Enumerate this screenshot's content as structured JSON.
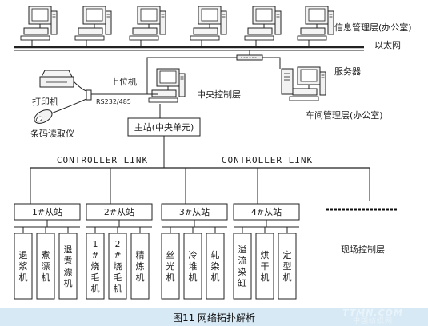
{
  "labels": {
    "info_layer": "信息管理层(办公室)",
    "ethernet": "以太网",
    "server": "服务器",
    "upper_pc": "上位机",
    "central_control": "中央控制层",
    "printer": "打印机",
    "barcode_reader": "条码读取仪",
    "rs_link": "RS232/485",
    "workshop_layer": "车间管理层(办公室)",
    "master_station": "主站(中央单元)",
    "controller_link_left": "CONTROLLER LINK",
    "controller_link_right": "CONTROLLER LINK",
    "field_layer": "现场控制层"
  },
  "slaves": [
    {
      "label": "1#从站",
      "machines": [
        "退浆机",
        "煮漂机",
        "退煮漂机"
      ]
    },
    {
      "label": "2#从站",
      "machines": [
        "1#烧毛机",
        "2#烧毛机",
        "精炼机"
      ]
    },
    {
      "label": "3#从站",
      "machines": [
        "丝光机",
        "冷堆机",
        "轧染机"
      ]
    },
    {
      "label": "4#从站",
      "machines": [
        "溢流染缸",
        "烘干机",
        "定型机"
      ]
    }
  ],
  "caption": "图11  网络拓扑解析",
  "watermark": {
    "top": "TTMN.COM",
    "bottom": "中国纺织网"
  }
}
